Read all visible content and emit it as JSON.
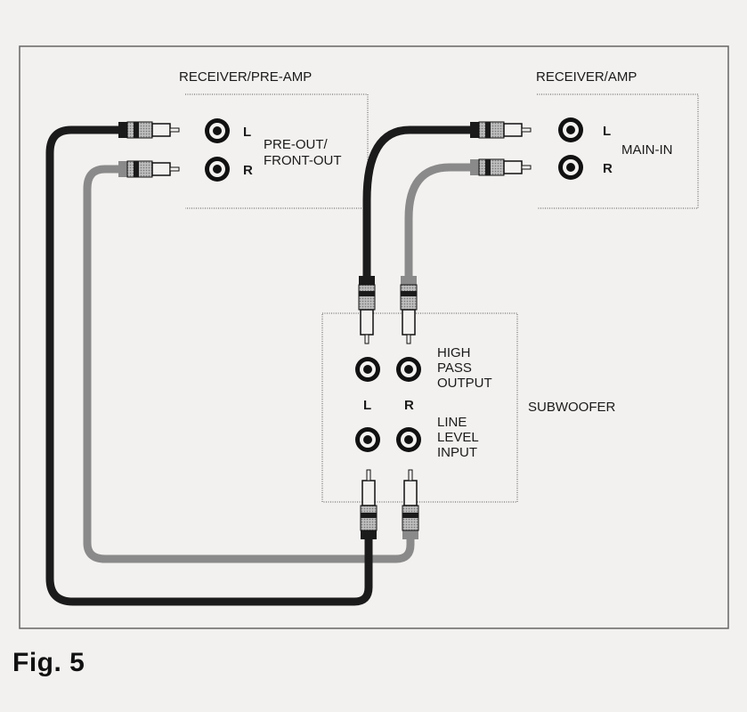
{
  "figure_caption": "Fig. 5",
  "receiver_preamp": {
    "title": "RECEIVER/PRE-AMP",
    "left_label": "L",
    "right_label": "R",
    "output_label_line1": "PRE-OUT/",
    "output_label_line2": "FRONT-OUT"
  },
  "receiver_amp": {
    "title": "RECEIVER/AMP",
    "left_label": "L",
    "right_label": "R",
    "input_label": "MAIN-IN"
  },
  "subwoofer": {
    "title": "SUBWOOFER",
    "high_pass_line1": "HIGH",
    "high_pass_line2": "PASS",
    "high_pass_line3": "OUTPUT",
    "left_label": "L",
    "right_label": "R",
    "line_level_line1": "LINE",
    "line_level_line2": "LEVEL",
    "line_level_line3": "INPUT"
  },
  "colors": {
    "left_cable": "#1b1b1b",
    "right_cable": "#8a8a8a",
    "background": "#f3f1ef",
    "lines": "#555555"
  }
}
